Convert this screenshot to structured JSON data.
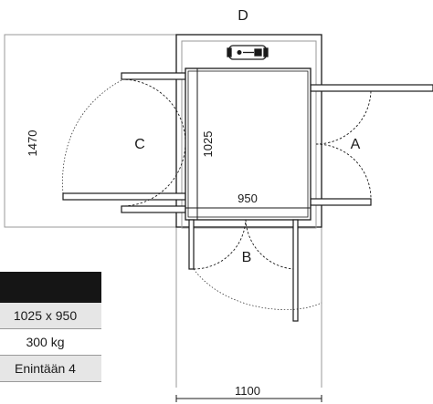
{
  "labels": {
    "entrance_top": "D",
    "entrance_right": "A",
    "entrance_bottom": "B",
    "entrance_left": "C"
  },
  "dimensions": {
    "shaft_height": "1470",
    "shaft_width": "1100",
    "car_depth": "1025",
    "car_width": "950"
  },
  "spec_table": {
    "rows": [
      "1025 x 950",
      "300 kg",
      "Enintään 4"
    ]
  },
  "colors": {
    "line": "#1a1a1a",
    "wall_gray": "#9a9a9a",
    "table_header": "#151515",
    "table_row_alt": "#e6e6e6"
  },
  "icons": {
    "motor": "motor-icon"
  }
}
